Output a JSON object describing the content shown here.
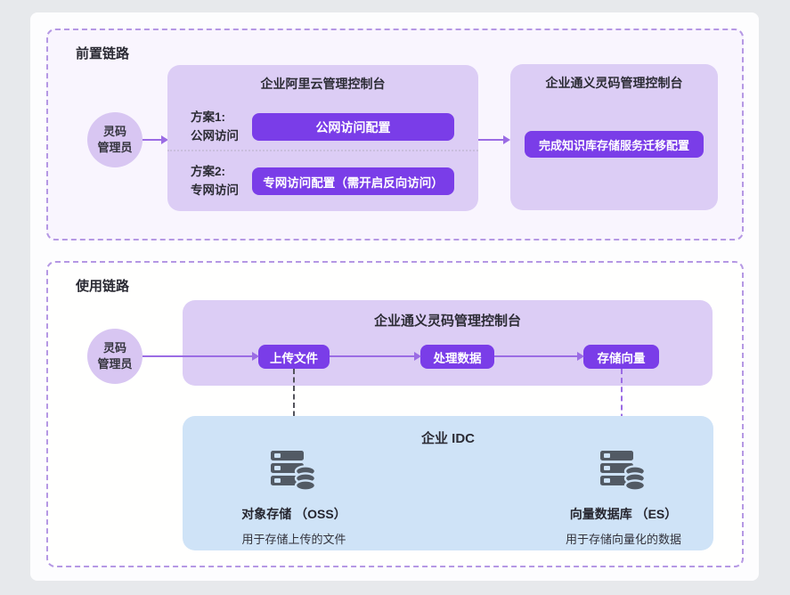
{
  "colors": {
    "page_bg": "#e7e9ec",
    "accent_purple": "#7a3de8",
    "lavender_box": "#dccdf5",
    "dashed_border": "#b598e4",
    "arrow": "#9b6ce4",
    "idc_blue": "#cfe3f7",
    "icon_gray": "#525a64"
  },
  "sections": {
    "pre": {
      "label": "前置链路",
      "actor": {
        "line1": "灵码",
        "line2": "管理员"
      },
      "aliyun_console": {
        "title": "企业阿里云管理控制台",
        "plan1": {
          "line1": "方案1:",
          "line2": "公网访问",
          "button": "公网访问配置"
        },
        "plan2": {
          "line1": "方案2:",
          "line2": "专网访问",
          "button": "专网访问配置（需开启反向访问）"
        }
      },
      "lingma_console": {
        "title": "企业通义灵码管理控制台",
        "button": "完成知识库存储服务迁移配置"
      }
    },
    "use": {
      "label": "使用链路",
      "actor": {
        "line1": "灵码",
        "line2": "管理员"
      },
      "console": {
        "title": "企业通义灵码管理控制台",
        "steps": [
          "上传文件",
          "处理数据",
          "存储向量"
        ]
      },
      "idc": {
        "title": "企业 IDC",
        "nodes": [
          {
            "name": "对象存储 （OSS）",
            "desc": "用于存储上传的文件"
          },
          {
            "name": "向量数据库 （ES）",
            "desc": "用于存储向量化的数据"
          }
        ]
      }
    }
  }
}
